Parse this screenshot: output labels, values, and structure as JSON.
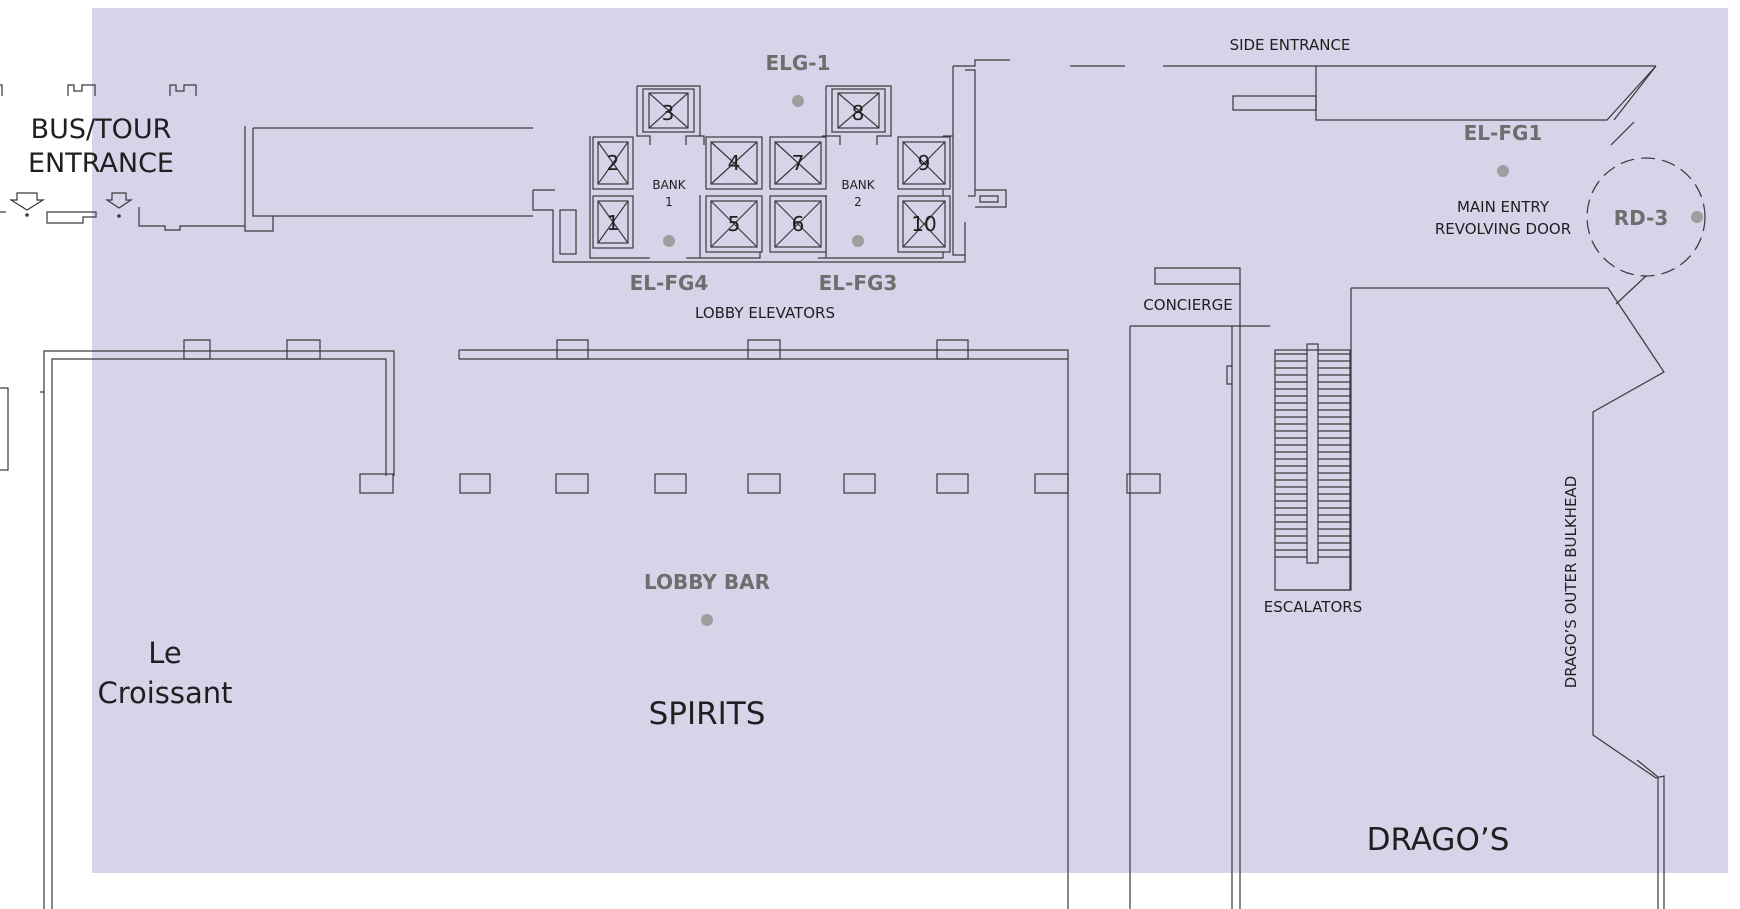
{
  "colors": {
    "floor": "#d6d4e8",
    "wall": "#3a3a3a",
    "marker": "#9e9e9e",
    "code_text": "#6e6e6e",
    "label_text": "#1f1f1f"
  },
  "labels": {
    "bus_tour_entrance_line1": "BUS/TOUR",
    "bus_tour_entrance_line2": "ENTRANCE",
    "side_entrance": "SIDE ENTRANCE",
    "lobby_elevators": "LOBBY ELEVATORS",
    "bank1_line1": "BANK",
    "bank1_line2": "1",
    "bank2_line1": "BANK",
    "bank2_line2": "2",
    "main_entry_line1": "MAIN ENTRY",
    "main_entry_line2": "REVOLVING DOOR",
    "concierge": "CONCIERGE",
    "escalators": "ESCALATORS",
    "lobby_bar": "LOBBY BAR",
    "spirits": "SPIRITS",
    "le_croissant_line1": "Le",
    "le_croissant_line2": "Croissant",
    "dragos": "DRAGO’S",
    "dragos_bulkhead": "DRAGO’S OUTER BULKHEAD"
  },
  "markers": {
    "elg1": "ELG-1",
    "el_fg1": "EL-FG1",
    "el_fg3": "EL-FG3",
    "el_fg4": "EL-FG4",
    "rd3": "RD-3"
  },
  "elevators": {
    "e1": "1",
    "e2": "2",
    "e3": "3",
    "e4": "4",
    "e5": "5",
    "e6": "6",
    "e7": "7",
    "e8": "8",
    "e9": "9",
    "e10": "10"
  }
}
